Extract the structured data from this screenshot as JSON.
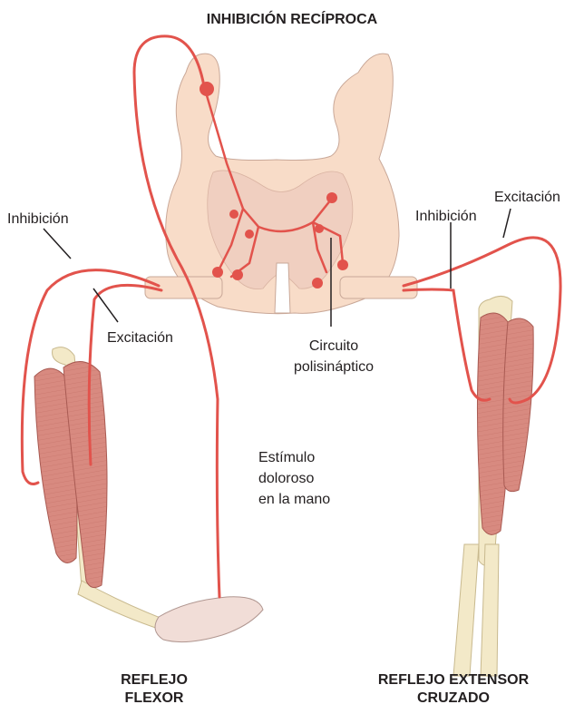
{
  "title": "INHIBICIÓN RECÍPROCA",
  "left_section": {
    "label_line1": "REFLEJO",
    "label_line2": "FLEXOR",
    "inhibition_label": "Inhibición",
    "excitation_label": "Excitación",
    "stimulus_line1": "Estímulo",
    "stimulus_line2": "doloroso",
    "stimulus_line3": "en la mano"
  },
  "center": {
    "circuit_line1": "Circuito",
    "circuit_line2": "polisináptico"
  },
  "right_section": {
    "label_line1": "REFLEJO EXTENSOR",
    "label_line2": "CRUZADO",
    "inhibition_label": "Inhibición",
    "excitation_label": "Excitación"
  },
  "colors": {
    "nerve": "#e2534c",
    "spinal_cord": "#f8dcc8",
    "gray_matter": "#f0cfc0",
    "muscle": "#d88a80",
    "bone": "#f3e9c8",
    "text": "#231f20"
  }
}
